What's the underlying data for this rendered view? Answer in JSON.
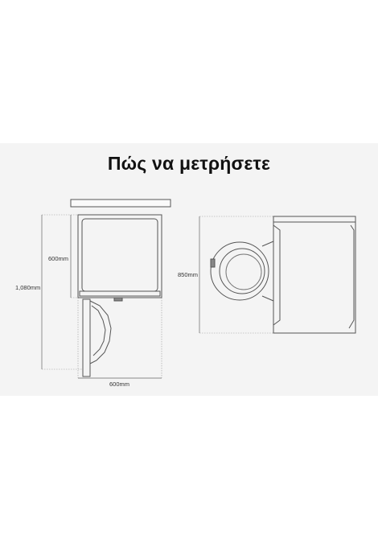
{
  "title": "Πώς να μετρήσετε",
  "dimensions": {
    "top_depth": "600mm",
    "total_depth_door_open": "1,080mm",
    "width": "600mm",
    "height": "850mm"
  },
  "colors": {
    "panel": "#f4f4f4",
    "line": "#555555",
    "guide": "#9a9a9a",
    "title": "#111111"
  }
}
